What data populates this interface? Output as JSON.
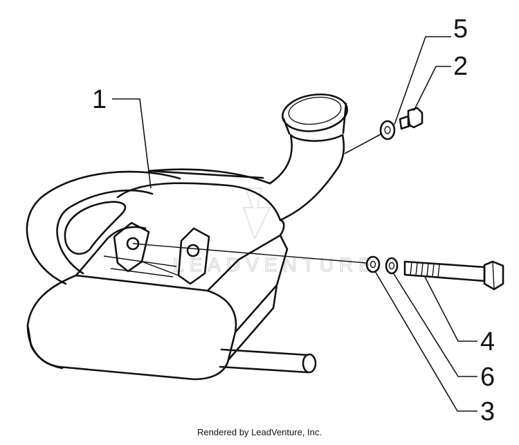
{
  "callouts": {
    "c1": "1",
    "c2": "2",
    "c3": "3",
    "c4": "4",
    "c5": "5",
    "c6": "6"
  },
  "watermark": {
    "logo_text": "LEADVENTURE"
  },
  "footer": {
    "text": "Rendered by LeadVenture, Inc."
  }
}
